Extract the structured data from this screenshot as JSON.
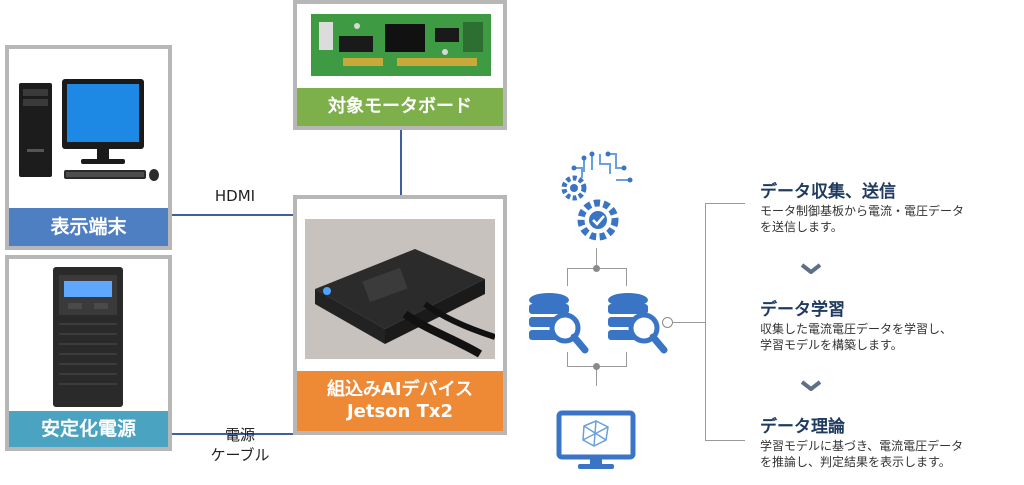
{
  "devices": {
    "display": {
      "label": "表示端末"
    },
    "power": {
      "label": "安定化電源"
    },
    "board": {
      "label": "対象モータボード"
    },
    "ai": {
      "label_line1": "組込みAIデバイス",
      "label_line2": "Jetson Tx2"
    }
  },
  "connections": {
    "hdmi": "HDMI",
    "power_cable_line1": "電源",
    "power_cable_line2": "ケーブル"
  },
  "steps": [
    {
      "title": "データ収集、送信",
      "description": "モータ制御基板から電流・電圧データ\nを送信します。"
    },
    {
      "title": "データ学習",
      "description": "収集した電流電圧データを学習し、\n学習モデルを構築します。"
    },
    {
      "title": "データ理論",
      "description": "学習モデルに基づき、電流電圧データ\nを推論し、判定結果を表示します。"
    }
  ],
  "icons": [
    "gear-circuit-icon",
    "database-search-icon",
    "monitor-brain-icon",
    "chevron-down-icon"
  ],
  "colors": {
    "blue_label": "#4f7fc3",
    "teal_label": "#4aa3c0",
    "green_label": "#7daf4a",
    "orange_label": "#ee8a35",
    "icon_blue": "#3a74c4",
    "title_navy": "#1f3a5f",
    "card_border": "#b7b7b7"
  }
}
